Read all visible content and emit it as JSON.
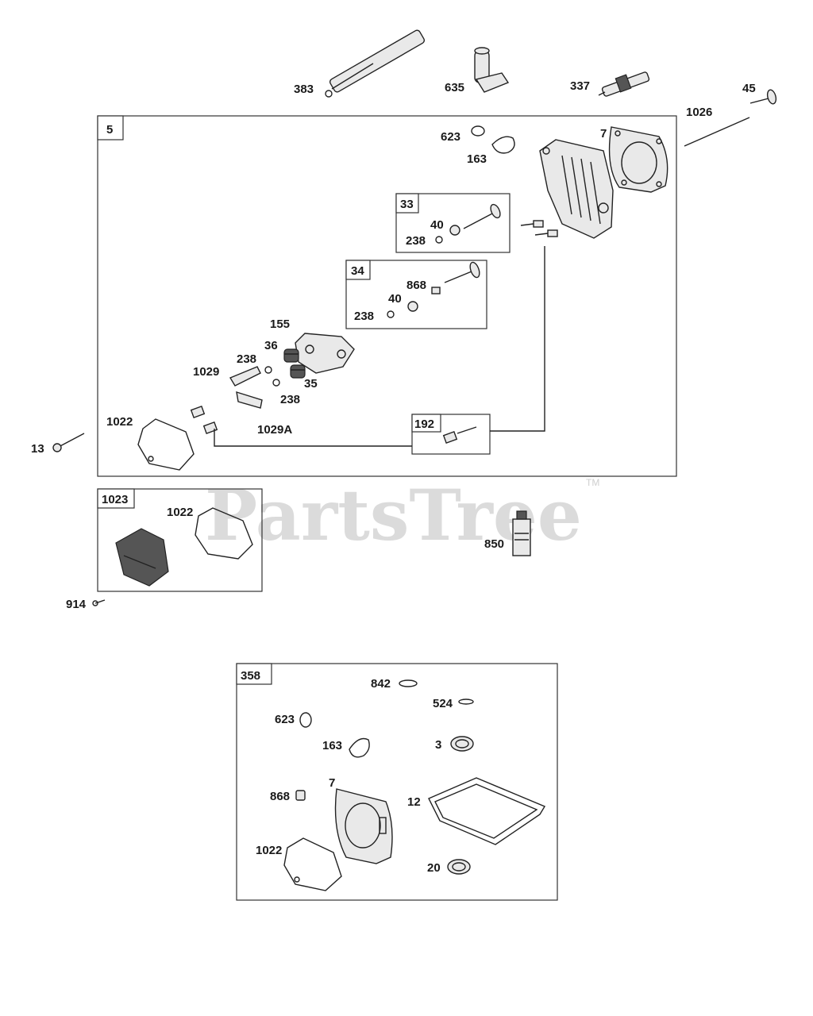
{
  "watermark": {
    "text": "PartsTree",
    "tm": "TM"
  },
  "labels": {
    "l383": "383",
    "l635": "635",
    "l337": "337",
    "l45": "45",
    "l1026": "1026",
    "box5": "5",
    "l623": "623",
    "l163": "163",
    "l7": "7",
    "box33": "33",
    "l40a": "40",
    "l238a": "238",
    "box34": "34",
    "l868": "868",
    "l40b": "40",
    "l238b": "238",
    "l155": "155",
    "l36": "36",
    "l238c": "238",
    "l1029": "1029",
    "l35": "35",
    "l238d": "238",
    "l1022": "1022",
    "l1029A": "1029A",
    "box192": "192",
    "l13": "13",
    "box1023": "1023",
    "l1022b": "1022",
    "l850": "850",
    "l914": "914",
    "box358": "358",
    "l842": "842",
    "l524": "524",
    "l623b": "623",
    "l163b": "163",
    "l3": "3",
    "l868b": "868",
    "l7b": "7",
    "l12": "12",
    "l1022c": "1022",
    "l20": "20"
  }
}
